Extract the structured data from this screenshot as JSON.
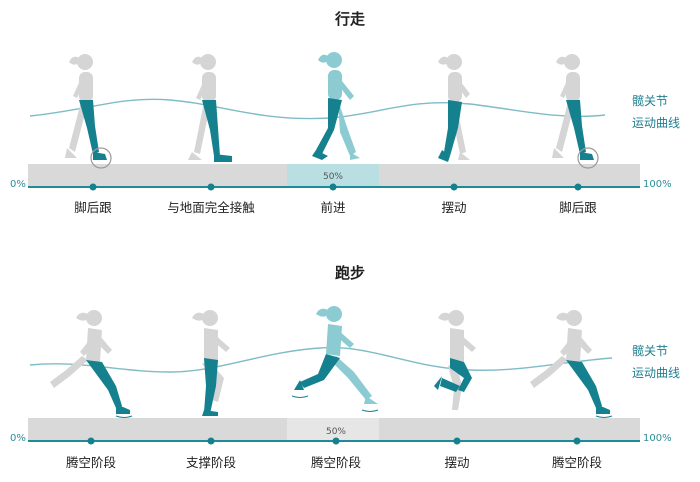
{
  "colors": {
    "accent": "#15808e",
    "accent_dark": "#0f6e7b",
    "figure_gray": "#d5d5d5",
    "figure_highlight": "#8ccbd2",
    "ground": "#d9d9d9",
    "baseline": "#1f8a99"
  },
  "walking": {
    "title": "行走",
    "start_label": "0%",
    "mid_label": "50%",
    "end_label": "100%",
    "curve_label_line1": "髋关节",
    "curve_label_line2": "运动曲线",
    "phases": [
      "脚后跟",
      "与地面完全接触",
      "前进",
      "摆动",
      "脚后跟"
    ]
  },
  "running": {
    "title": "跑步",
    "start_label": "0%",
    "mid_label": "50%",
    "end_label": "100%",
    "curve_label_line1": "髋关节",
    "curve_label_line2": "运动曲线",
    "phases": [
      "腾空阶段",
      "支撑阶段",
      "腾空阶段",
      "摆动",
      "腾空阶段"
    ]
  }
}
